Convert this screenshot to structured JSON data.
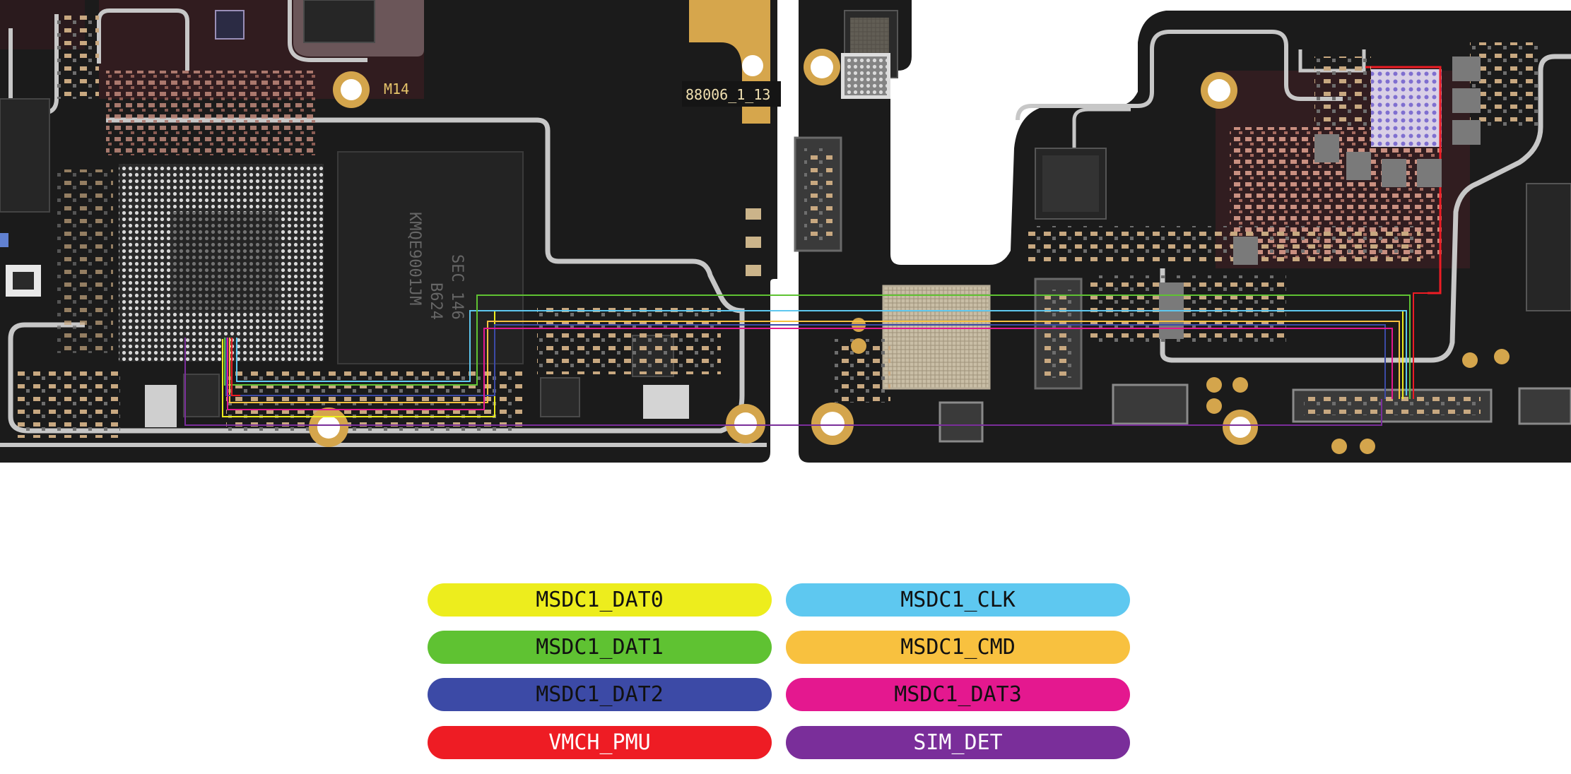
{
  "board": {
    "labels": {
      "m14": "M14",
      "part_code": "88006_1_13",
      "chip_text": [
        "SEC 146",
        "B624",
        "KMQE9001JM"
      ]
    }
  },
  "legend": [
    {
      "id": "msdc1-dat0",
      "label": "MSDC1_DAT0",
      "color": "#eded1d"
    },
    {
      "id": "msdc1-clk",
      "label": "MSDC1_CLK",
      "color": "#5ec8f0"
    },
    {
      "id": "msdc1-dat1",
      "label": "MSDC1_DAT1",
      "color": "#5fc232"
    },
    {
      "id": "msdc1-cmd",
      "label": "MSDC1_CMD",
      "color": "#f8c13f"
    },
    {
      "id": "msdc1-dat2",
      "label": "MSDC1_DAT2",
      "color": "#3c4aa6"
    },
    {
      "id": "msdc1-dat3",
      "label": "MSDC1_DAT3",
      "color": "#e4188f"
    },
    {
      "id": "vmch-pmu",
      "label": "VMCH_PMU",
      "color": "#ee1c24"
    },
    {
      "id": "sim-det",
      "label": "SIM_DET",
      "color": "#7a2e9a"
    }
  ]
}
